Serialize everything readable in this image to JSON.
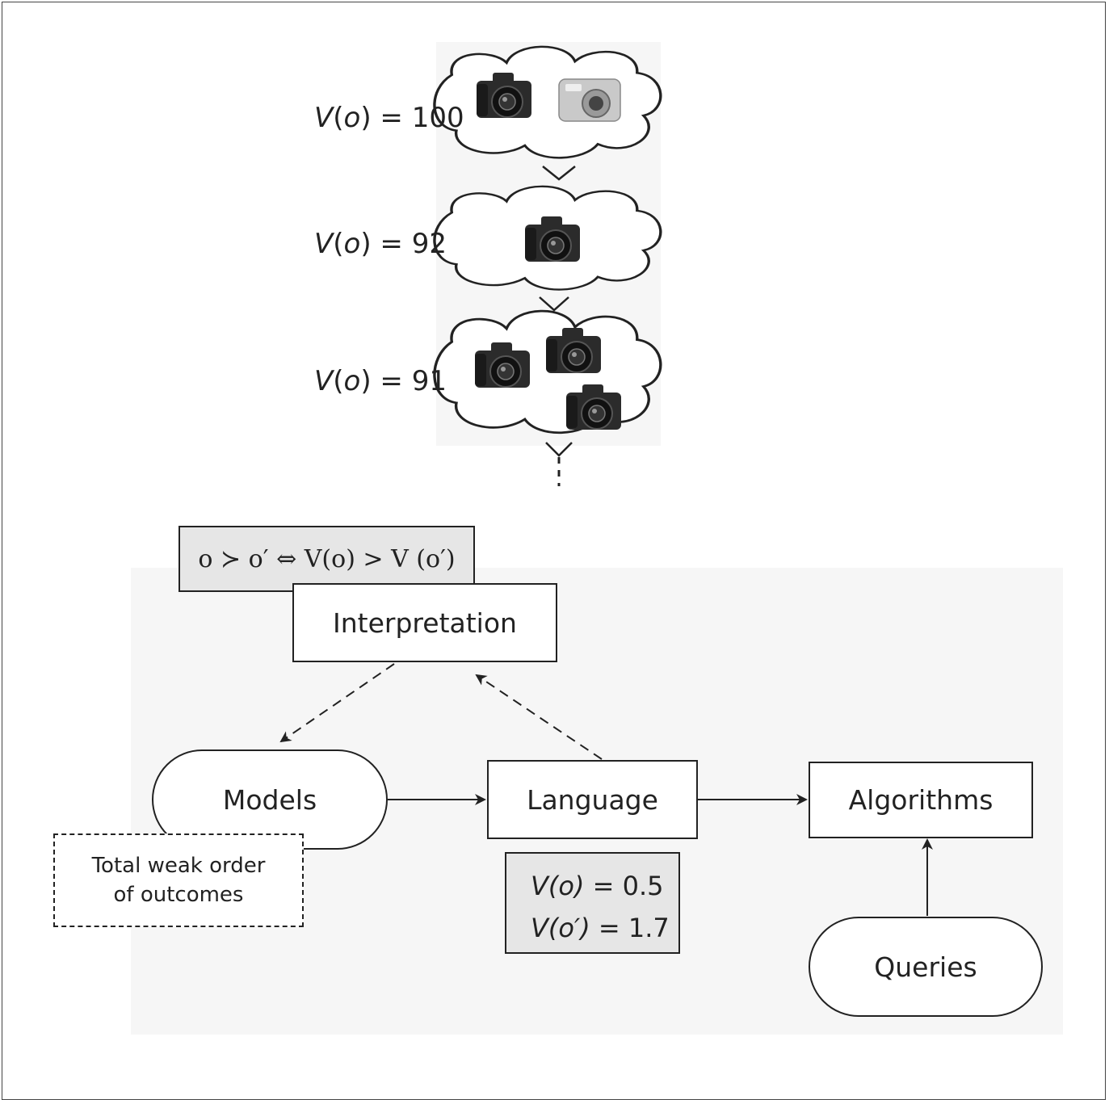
{
  "levels": [
    {
      "label_fn": "V",
      "label_arg": "o",
      "label_eq": " = 100",
      "camera_count": 2
    },
    {
      "label_fn": "V",
      "label_arg": "o",
      "label_eq": " = 92",
      "camera_count": 1
    },
    {
      "label_fn": "V",
      "label_arg": "o",
      "label_eq": " = 91",
      "camera_count": 3
    }
  ],
  "formula": "o ≻ o′ ⇔ V(o) > V (o′)",
  "nodes": {
    "interpretation": "Interpretation",
    "models": "Models",
    "language": "Language",
    "algorithms": "Algorithms",
    "queries": "Queries"
  },
  "models_note": {
    "line1": "Total weak order",
    "line2": "of outcomes"
  },
  "language_example": {
    "line1_lhs": "V(o)",
    "line1_rhs": " = 0.5",
    "line2_lhs": "V(o′)",
    "line2_rhs": " = 1.7"
  },
  "colors": {
    "box_fill": "#ffffff",
    "formula_fill": "#e6e6e6",
    "stroke": "#222222",
    "camera_body": "#2b2b2b",
    "camera_silver": "#c9c9c9"
  }
}
